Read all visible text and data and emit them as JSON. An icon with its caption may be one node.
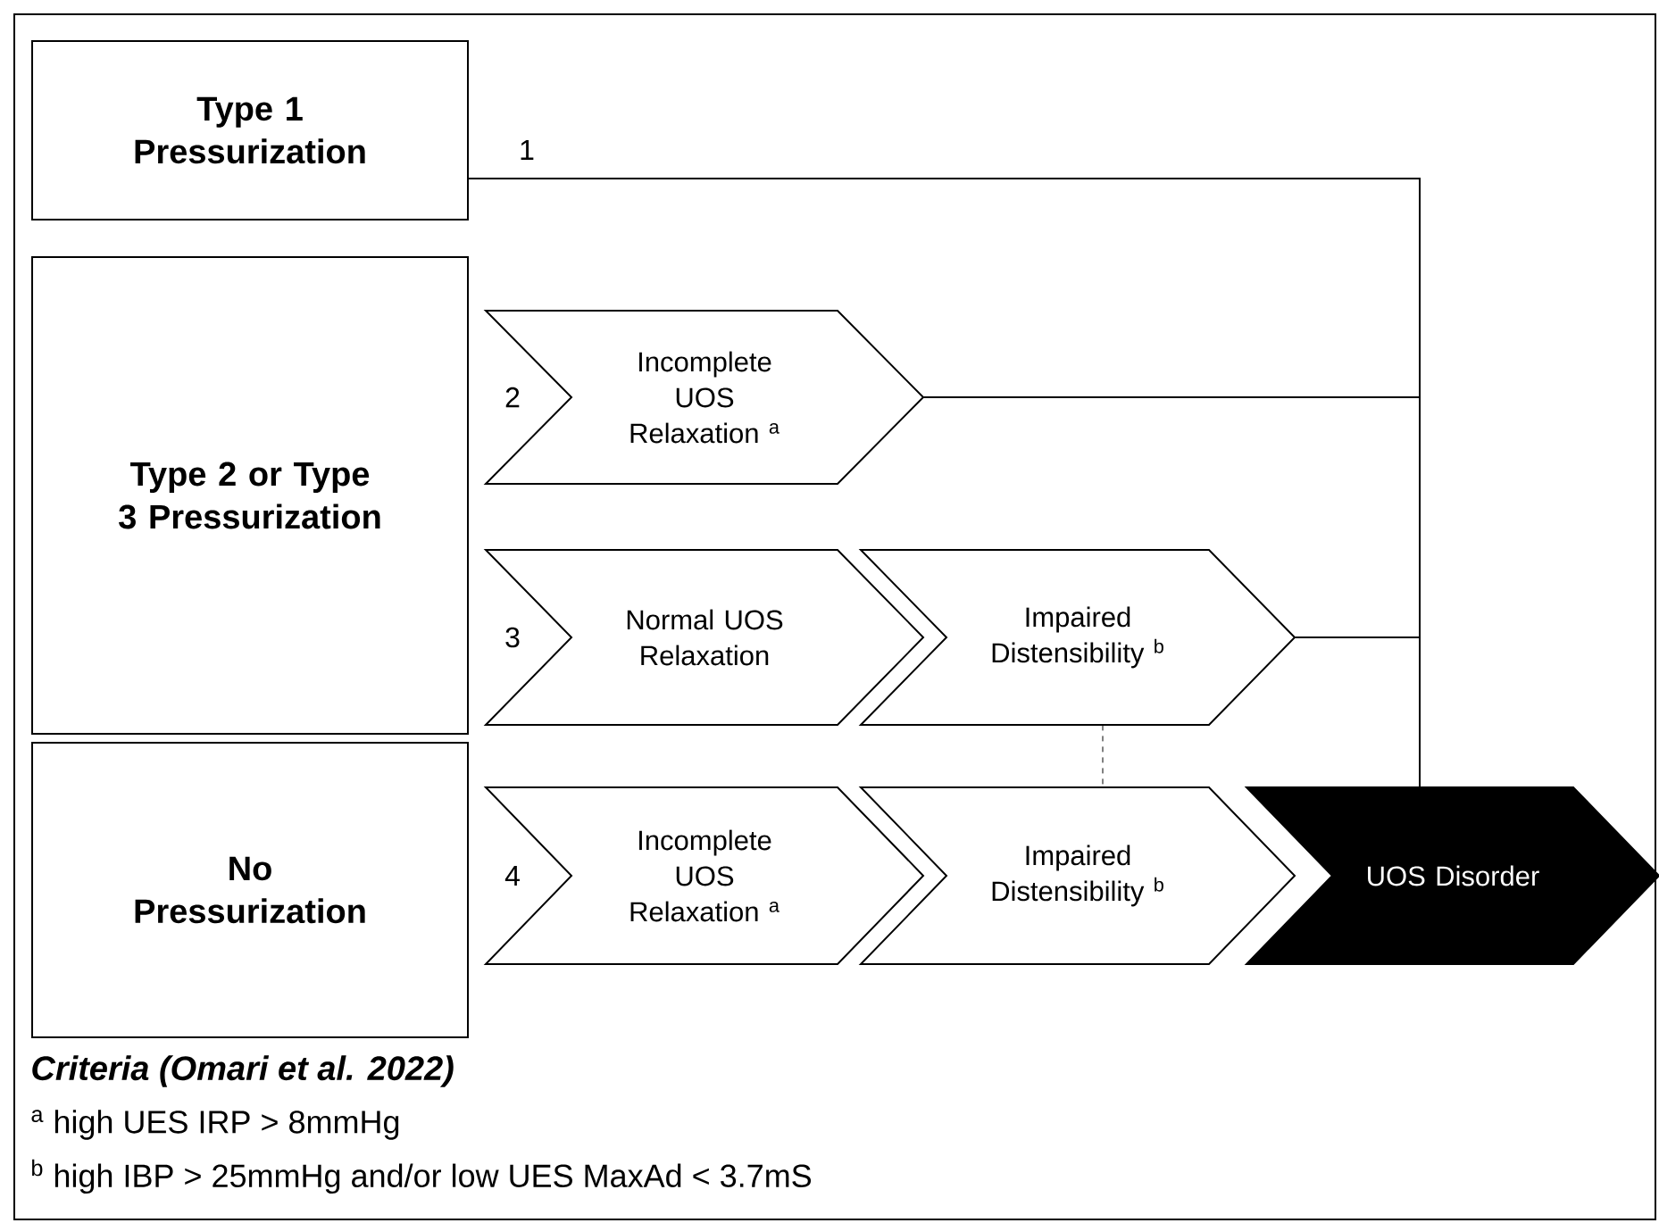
{
  "diagram": {
    "nodes": [
      {
        "text": [
          "Type 1 Pressurization"
        ]
      },
      {
        "text": [
          "Type 2 or Type 3 Pressurization"
        ]
      },
      {
        "text": [
          "No Pressurization"
        ]
      },
      {
        "text": [
          "Incomplete UOS Relaxation $^{a}$"
        ],
        "beside": [
          "2"
        ]
      },
      {
        "text": [
          "Normal UOS Relaxation"
        ],
        "beside": [
          "3"
        ]
      },
      {
        "text": [
          "Impaired Distensibility $^{b}$"
        ]
      },
      {
        "text": [
          "Incomplete UOS Relaxation $^{a}$"
        ],
        "beside": [
          "4"
        ]
      },
      {
        "text": [
          "Impaired Distensibility $^{b}$"
        ]
      },
      {
        "text": [
          "UOS Disorder"
        ]
      }
    ],
    "edges": [
      {
        "from": 0,
        "to": 8,
        "arrow": "none",
        "label": "1"
      },
      {
        "from": 3,
        "to": 8,
        "arrow": "none"
      },
      {
        "from": 5,
        "to": 8,
        "arrow": "none"
      },
      {
        "from": 5,
        "to": 7,
        "arrow": "none",
        "style": "dashed"
      }
    ],
    "labels": [
      "Criteria (Omari et al. 2022)",
      "$^{a}$ high UES IRP > 8mmHg",
      "$^{b}$ high IBP > 25mmHg and/or low UES MaxAd < 3.7mS"
    ]
  }
}
